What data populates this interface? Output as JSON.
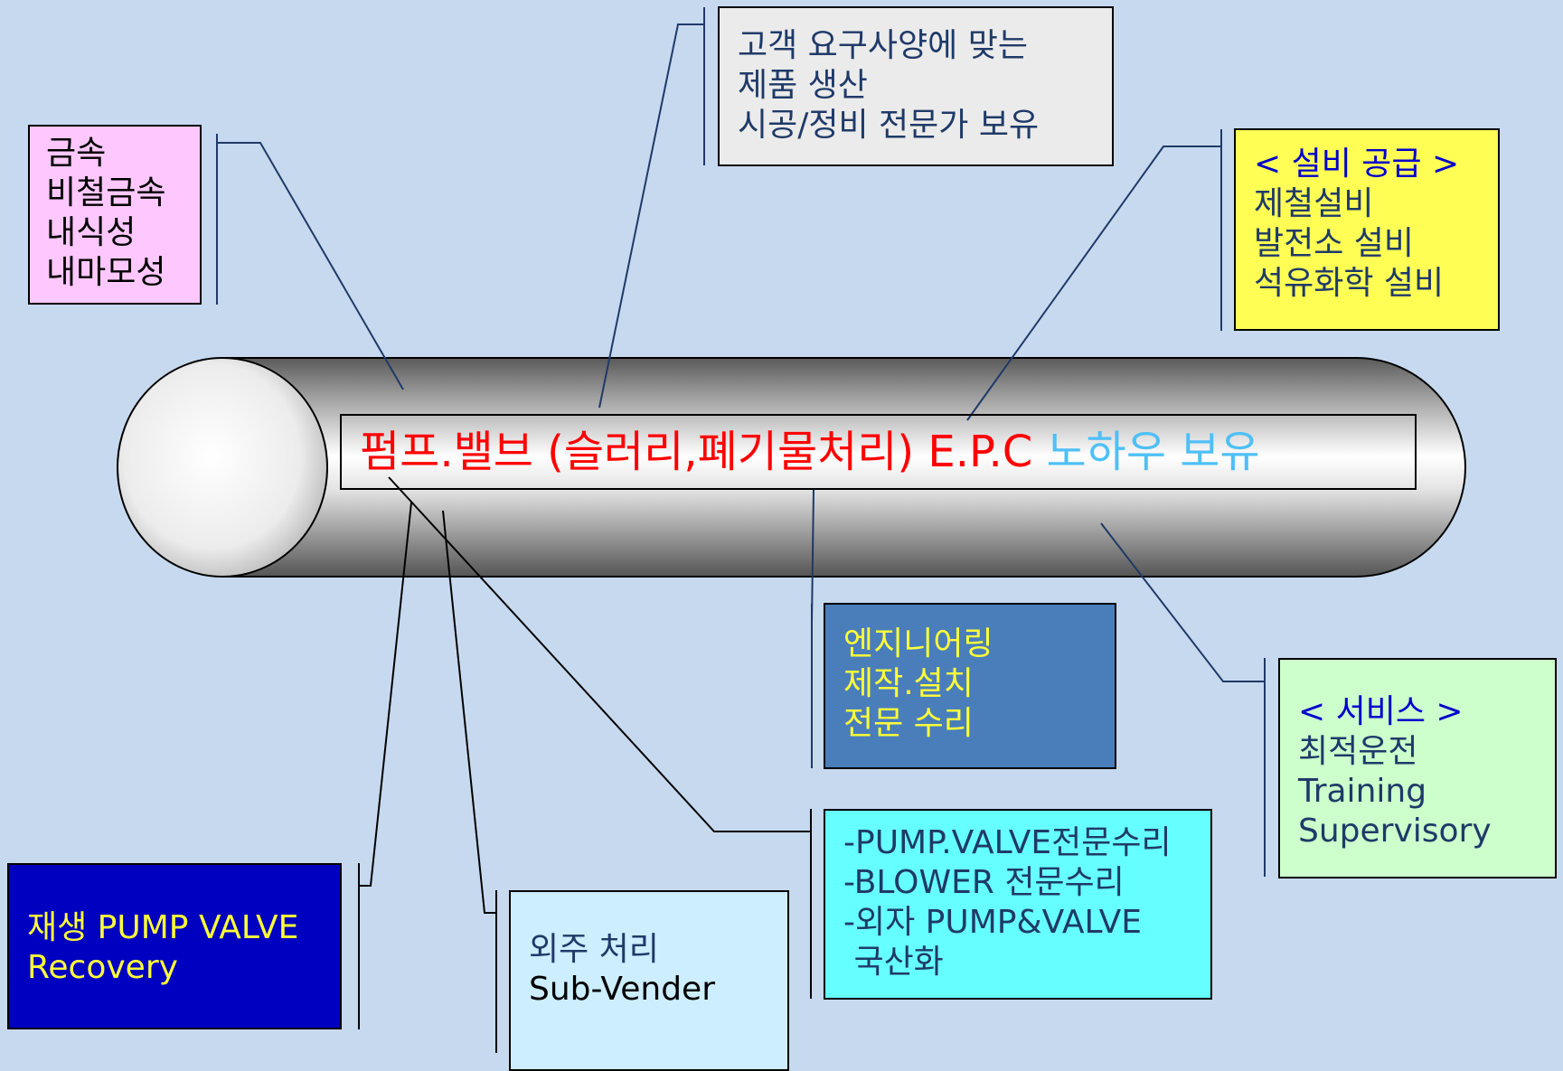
{
  "central": {
    "main_text": "펌프.밸브 (슬러리,폐기물처리) E.P.C",
    "highlight_text": "노하우 보유",
    "main_color": "#ff0000",
    "highlight_color": "#4fc0f5"
  },
  "metal": {
    "lines": [
      "금속",
      "비철금속",
      "내식성",
      "내마모성"
    ]
  },
  "customer": {
    "lines": [
      "고객 요구사양에 맞는",
      "제품 생산",
      "시공/정비 전문가 보유"
    ]
  },
  "equipment": {
    "title": "< 설비 공급 >",
    "lines": [
      "제철설비",
      "발전소 설비",
      "석유화학 설비"
    ]
  },
  "engineering": {
    "lines": [
      "엔지니어링",
      "제작.설치",
      "전문 수리"
    ]
  },
  "service": {
    "title": "< 서비스 >",
    "lines": [
      "최적운전",
      "Training",
      "Supervisory"
    ]
  },
  "repair": {
    "lines": [
      "-PUMP.VALVE전문수리",
      "-BLOWER 전문수리",
      "-외자 PUMP&VALVE",
      " 국산화"
    ]
  },
  "recycle": {
    "lines": [
      "재생 PUMP VALVE",
      "Recovery"
    ]
  },
  "outsource": {
    "lines": [
      "외주 처리",
      "Sub-Vender"
    ]
  },
  "colors": {
    "background": "#c7d9ef",
    "title_blue": "#0000cc",
    "yellow_text": "#ffff3a",
    "dark_text": "#1f3a68"
  }
}
